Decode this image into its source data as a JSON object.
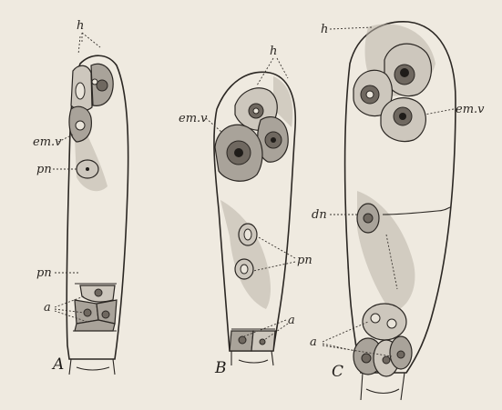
{
  "figure": {
    "panels": [
      {
        "id": "A",
        "caption": "A",
        "labels": {
          "h": "h",
          "em_v": "em.v",
          "pn": "pn",
          "pn2": "pn",
          "a": "a"
        }
      },
      {
        "id": "B",
        "caption": "B",
        "labels": {
          "h": "h",
          "em_v": "em.v",
          "pn": "pn",
          "a": "a"
        }
      },
      {
        "id": "C",
        "caption": "C",
        "labels": {
          "h": "h",
          "em_v": "em.v",
          "dn": "dn",
          "a": "a"
        }
      }
    ]
  }
}
